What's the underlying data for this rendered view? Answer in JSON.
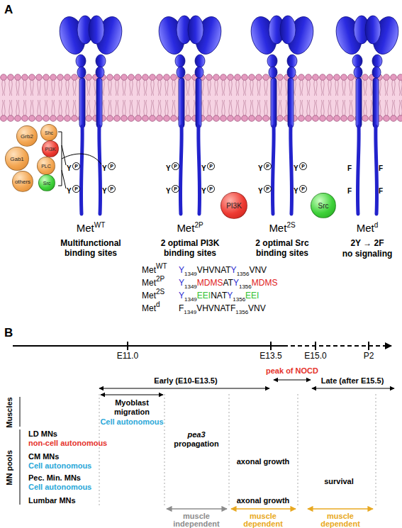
{
  "diagram": {
    "nodes": [
      {
        "text": [
          "Grb2"
        ]
      },
      {
        "text": [
          "Gab1"
        ]
      },
      {
        "text": [
          "Shc"
        ]
      },
      {
        "text": [
          "PI3K"
        ]
      },
      {
        "text": [
          "PLC"
        ]
      },
      {
        "text": [
          "Src"
        ]
      },
      {
        "text": [
          "others"
        ]
      },
      {
        "text": [
          "PI3K"
        ]
      },
      {
        "text": [
          "Src"
        ]
      }
    ],
    "labels": [
      "A",
      "Y",
      "P",
      "Y",
      "P",
      "Y",
      "P",
      "Y",
      "P",
      "Y",
      "P",
      "Y",
      "P",
      "Y",
      "P",
      "Y",
      "P",
      "Y",
      "P",
      "Y",
      "P",
      "Y",
      "P",
      "Y",
      "P",
      "F",
      "F",
      "F",
      "F",
      "Met",
      "WT",
      "Multifunctional binding sites",
      "Met",
      "2P",
      "2 optimal PI3K binding sites",
      "Met",
      "2S",
      "2 optimal Src binding sites",
      "Met",
      "d",
      "2Y → 2F",
      "no signaling",
      "Met",
      "WT",
      "Y",
      "1349",
      "VHVNAT",
      "Y",
      "1356",
      "VNV",
      "Met",
      "2P",
      "Y",
      "1349",
      "MDMS",
      "AT",
      "Y",
      "1356",
      "MDMS",
      "Met",
      "2S",
      "Y",
      "1349",
      "EEI",
      "NAT",
      "Y",
      "1356",
      "EEI",
      "Met",
      "d",
      "F",
      "1349",
      "VHVNAT",
      "F",
      "1356",
      "VNV",
      "B",
      "E11.0",
      "E13.5",
      "E15.0",
      "P2",
      "peak of NOCD",
      "Early (E10-E13.5)",
      "Late (after E15.5)",
      "Muscles",
      "Myoblast migration",
      "Cell autonomous",
      "MN pools",
      "LD MNs",
      "non-cell autonomous",
      "CM MNs",
      "Cell autonomous",
      "Pec. Min. MNs",
      "Cell autonomous",
      "Lumbar MNs",
      "pea3",
      "propagation",
      "axonal growth",
      "survival",
      "axonal growth",
      "muscle independent",
      "muscle dependent",
      "muscle dependent"
    ]
  }
}
